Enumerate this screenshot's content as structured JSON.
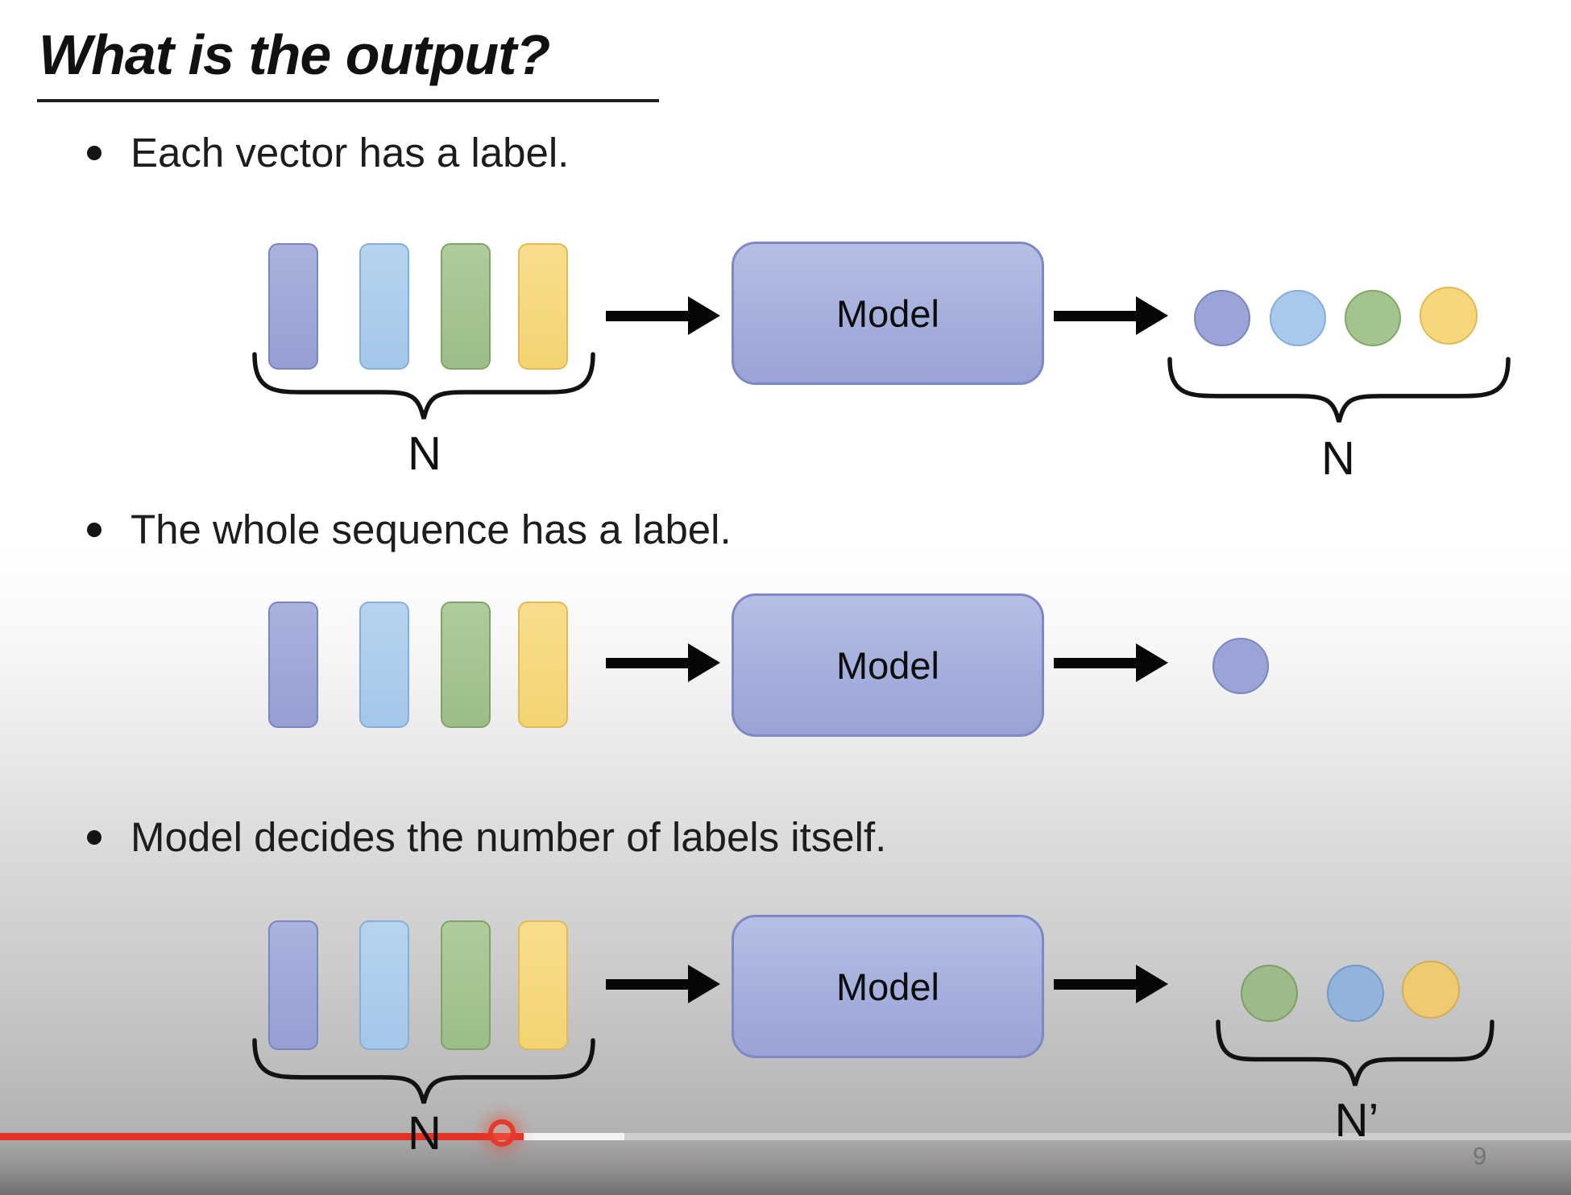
{
  "slide": {
    "title": "What is the output?",
    "page_number": "9",
    "rows": [
      {
        "bullet": "Each vector has a label.",
        "model_label": "Model",
        "input_count_label": "N",
        "output_count_label": "N",
        "input_vectors": [
          "purple",
          "blue",
          "green",
          "yellow"
        ],
        "output_circles": [
          "purple",
          "blue",
          "green",
          "yellow"
        ]
      },
      {
        "bullet": "The whole sequence has a label.",
        "model_label": "Model",
        "input_vectors": [
          "purple",
          "blue",
          "green",
          "yellow"
        ],
        "output_circles": [
          "purple"
        ]
      },
      {
        "bullet": "Model decides the number of labels itself.",
        "model_label": "Model",
        "input_count_label": "N",
        "output_count_label": "N’",
        "input_vectors": [
          "purple",
          "blue",
          "green",
          "yellow"
        ],
        "output_circles": [
          "green",
          "blue",
          "yellow"
        ]
      }
    ],
    "colors": {
      "vector_purple": "#9aa4d6",
      "vector_blue": "#a9cbec",
      "vector_green": "#a6c492",
      "vector_yellow": "#f7d87d",
      "model_fill": "#a7b1dd",
      "model_border": "#7e89c3",
      "laser_red": "#e23b2a"
    }
  },
  "player": {
    "progress_bar": {
      "played_fraction": 0.333,
      "buffered_fraction": 0.397,
      "played_color": "#e53225"
    }
  }
}
